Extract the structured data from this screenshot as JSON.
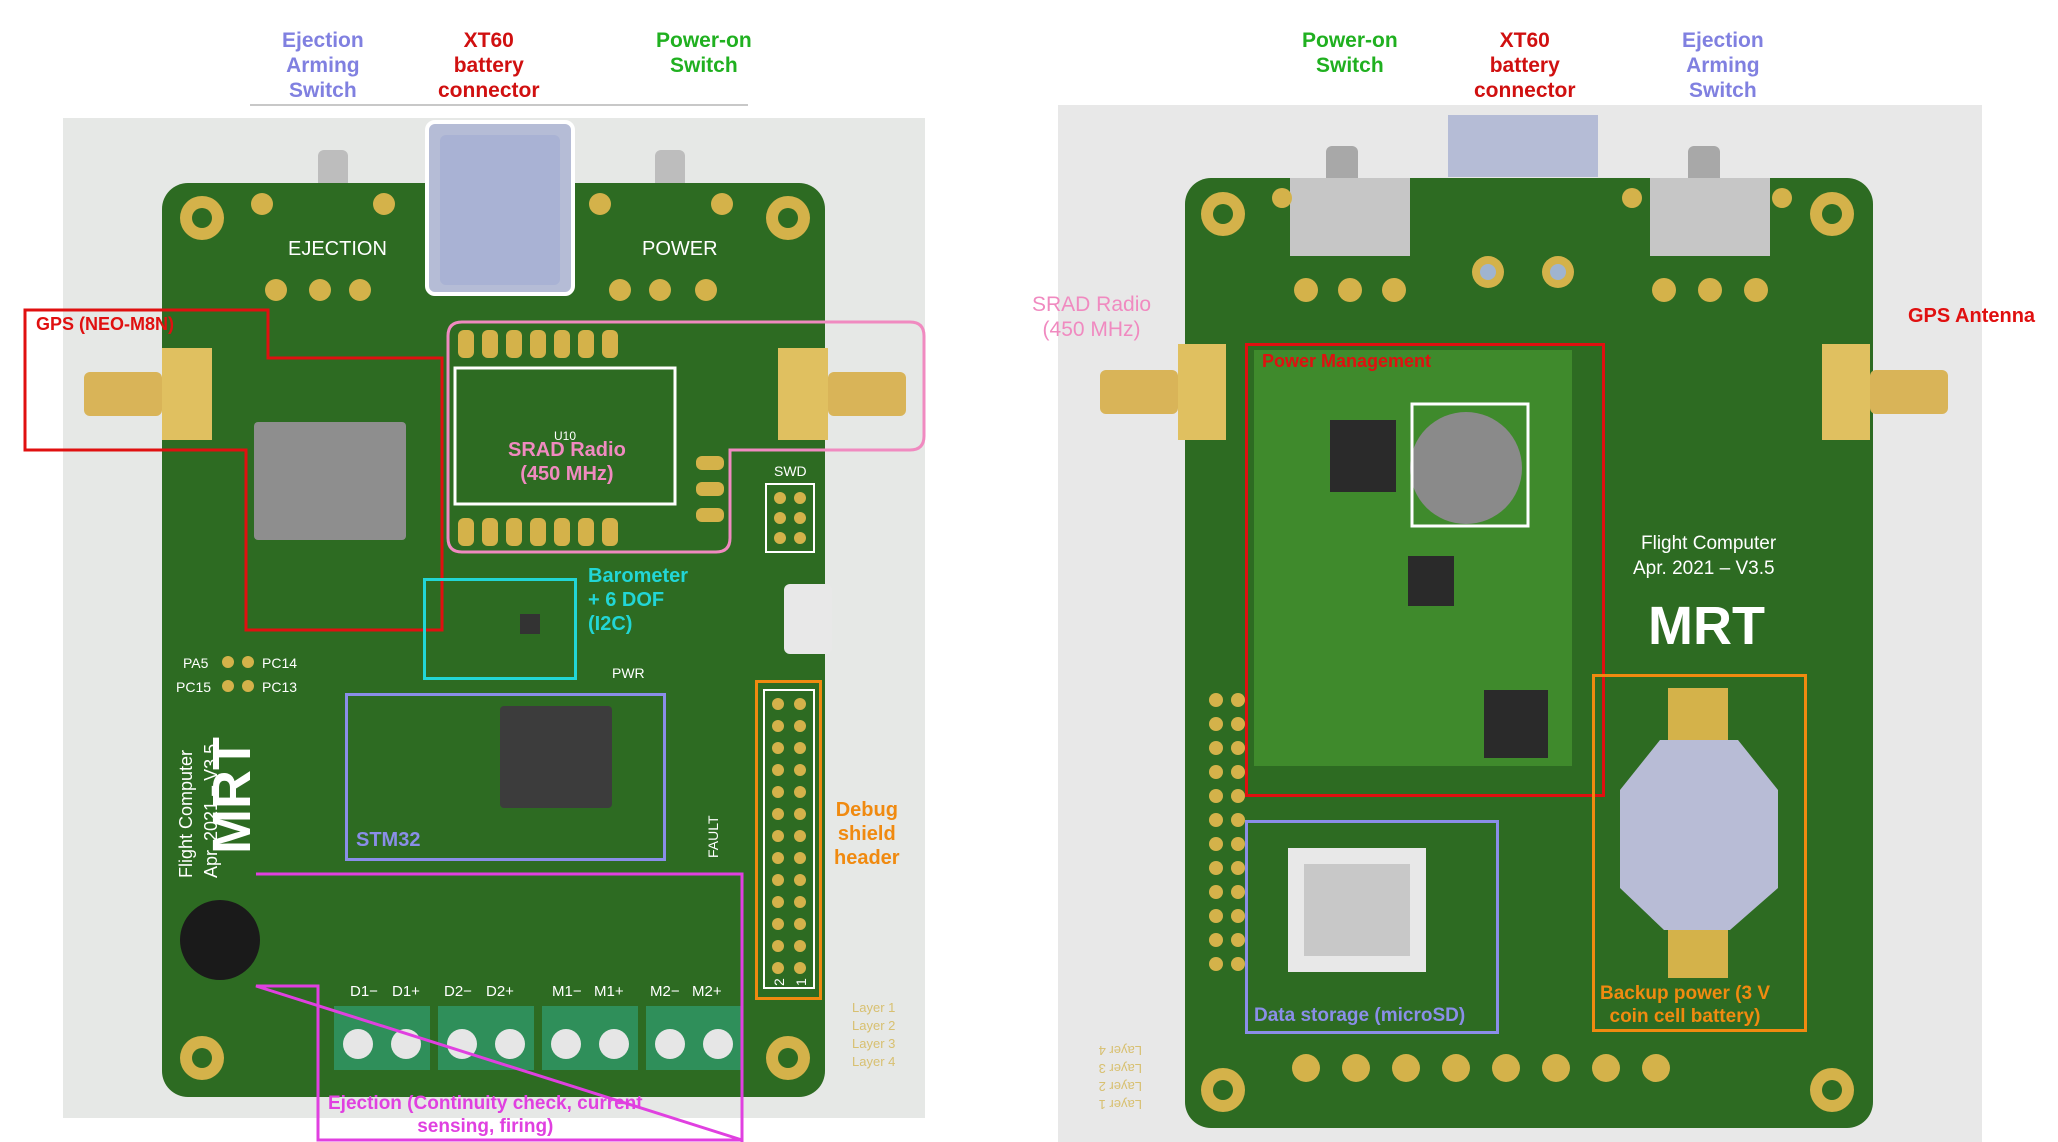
{
  "colors": {
    "pcb_green": "#2d6b22",
    "pcb_light": "#3f8a2c",
    "pad_gold": "#d4b24a",
    "gps_red": "#e01010",
    "radio_pink": "#f08ac0",
    "baro_cyan": "#22d6d6",
    "stm_lavender": "#8a8ee8",
    "debug_orange": "#f08a10",
    "ejection_magenta": "#e040e0",
    "switch_blue": "#8080e0",
    "power_green": "#20b020",
    "xt60_red": "#d01010"
  },
  "front": {
    "top_labels": {
      "ejection_switch": [
        "Ejection",
        "Arming",
        "Switch"
      ],
      "xt60": [
        "XT60",
        "battery",
        "connector"
      ],
      "power_switch": [
        "Power-on",
        "Switch"
      ]
    },
    "silkscreen": {
      "ejection": "EJECTION",
      "power": "POWER",
      "swd": "SWD",
      "pwr": "PWR",
      "fault": "FAULT",
      "pa5": "PA5",
      "pc15": "PC15",
      "pc14": "PC14",
      "pc13": "PC13",
      "u10": "U10",
      "flight_computer": [
        "Flight Computer",
        "Apr. 2021 – V3.5"
      ],
      "channel_labels": [
        "D1−",
        "D1+",
        "D2−",
        "D2+",
        "M1−",
        "M1+",
        "M2−",
        "M2+"
      ],
      "layers": [
        "Layer 1",
        "Layer 2",
        "Layer 3",
        "Layer 4"
      ],
      "header_numbers": [
        "2",
        "1"
      ]
    },
    "annotations": {
      "gps": "GPS (NEO-M8N)",
      "radio": [
        "SRAD Radio",
        "(450 MHz)"
      ],
      "barometer": [
        "Barometer",
        "+ 6 DOF",
        "(I2C)"
      ],
      "stm32": "STM32",
      "debug": [
        "Debug",
        "shield",
        "header"
      ],
      "ejection": [
        "Ejection (Continuity check, current",
        "sensing, firing)"
      ]
    }
  },
  "back": {
    "top_labels": {
      "power_switch": [
        "Power-on",
        "Switch"
      ],
      "xt60": [
        "XT60",
        "battery",
        "connector"
      ],
      "ejection_switch": [
        "Ejection",
        "Arming",
        "Switch"
      ]
    },
    "side_labels": {
      "radio": [
        "SRAD Radio",
        "(450 MHz)"
      ],
      "gps_antenna": "GPS Antenna"
    },
    "silkscreen": {
      "flight_computer": [
        "Flight Computer",
        "Apr. 2021 – V3.5"
      ],
      "layers": [
        "Layer 1",
        "Layer 2",
        "Layer 3",
        "Layer 4"
      ]
    },
    "annotations": {
      "power_management": "Power Management",
      "data_storage": "Data storage (microSD)",
      "backup_power": [
        "Backup power (3 V",
        "coin cell battery)"
      ]
    }
  }
}
